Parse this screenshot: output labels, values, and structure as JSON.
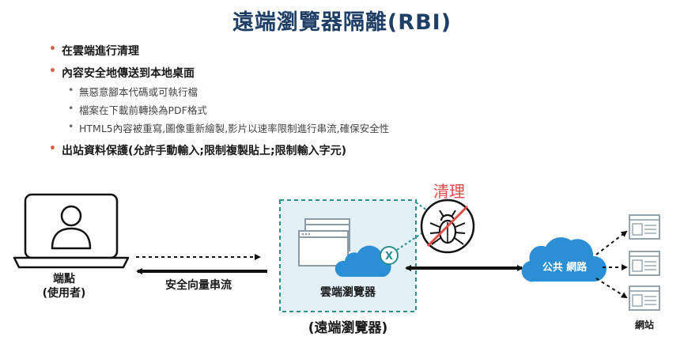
{
  "title": "遠端瀏覽器隔離(RBI)",
  "bullets": [
    {
      "text": "在雲端進行清理",
      "sub": []
    },
    {
      "text": "內容安全地傳送到本地桌面",
      "sub": [
        "無惡意腳本代碼或可執行檔",
        "檔案在下載前轉換為PDF格式",
        "HTML5內容被重寫,圖像重新繪製,影片以速率限制進行串流,確保安全性"
      ]
    },
    {
      "text": "出站資料保護(允許手動輸入;限制複製貼上;限制輸入字元)",
      "sub": []
    }
  ],
  "diagram": {
    "endpoint_label_line1": "端點",
    "endpoint_label_line2": "(使用者)",
    "stream_label": "安全向量串流",
    "cloud_browser_label": "雲端瀏覽器",
    "rbi_label": "(遠端瀏覽器)",
    "clean_label": "清理",
    "network_label": "公共 網路",
    "website_label": "網站",
    "x_mark": "X"
  },
  "colors": {
    "title": "#1f3f66",
    "bullet": "#d9634c",
    "cloud": "#2b8fd6",
    "teal_border": "#2a8f8f",
    "box_fill": "#e3f0f6",
    "clean_red": "#e24b49"
  }
}
